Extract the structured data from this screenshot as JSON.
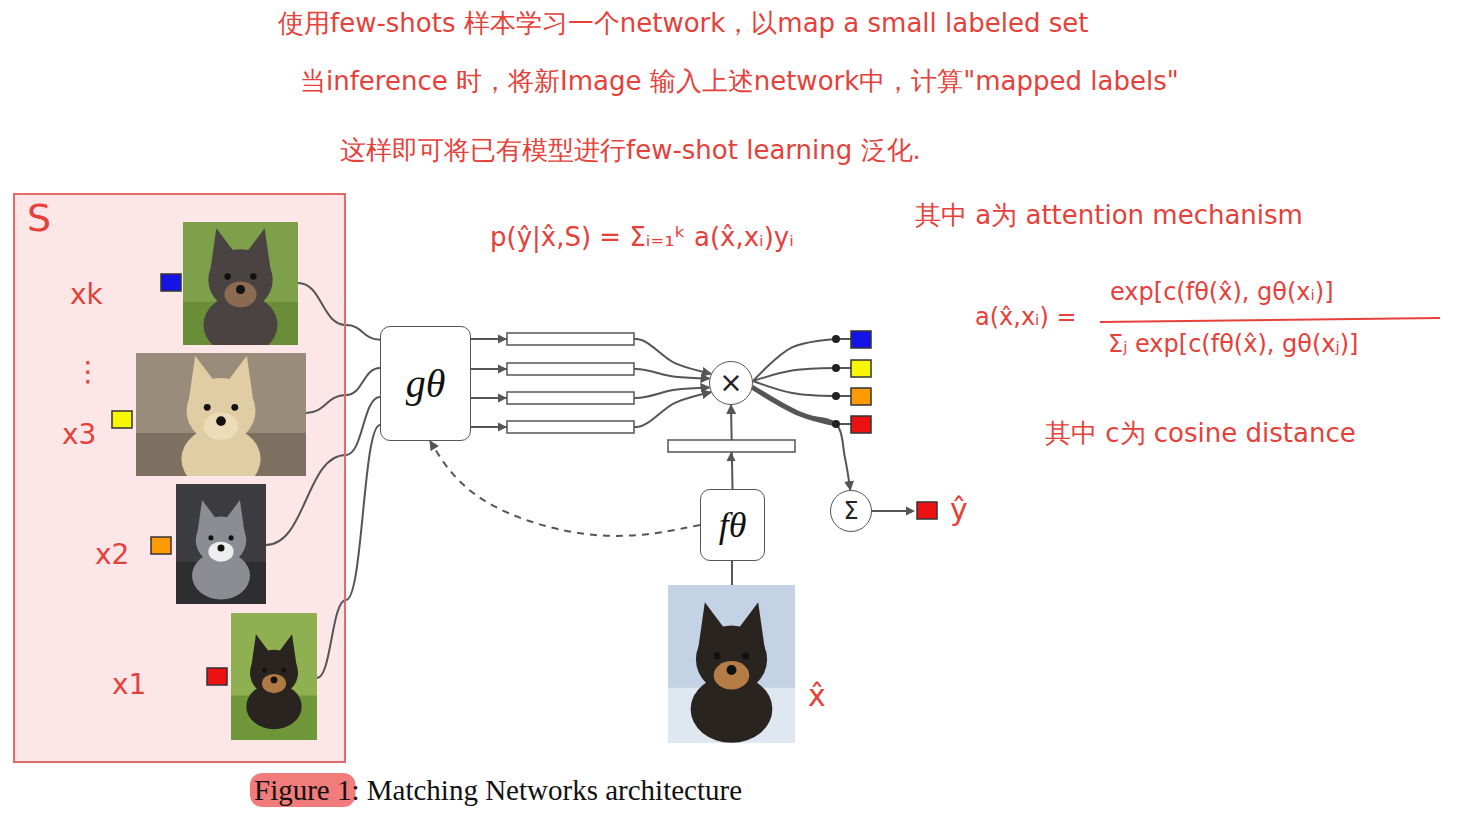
{
  "diagram": {
    "caption": "Figure 1: Matching Networks architecture",
    "nodes": [
      {
        "text": [
          "S"
        ]
      },
      {
        "text": [
          "gθ"
        ]
      },
      {
        "text": [
          "×"
        ]
      },
      {
        "text": [
          "fθ"
        ]
      },
      {
        "text": [
          "Σ"
        ]
      }
    ],
    "edges": [
      {
        "from": 0,
        "to": 1,
        "arrow": "none"
      },
      {
        "from": 1,
        "to": 2,
        "arrow": "to"
      },
      {
        "from": 3,
        "to": 2,
        "arrow": "to"
      },
      {
        "from": 2,
        "to": 4,
        "arrow": "to"
      },
      {
        "from": 3,
        "to": 1,
        "arrow": "to"
      }
    ],
    "labels": [
      "使用few-shots 样本学习一个network，以map a small labeled set",
      "当inference 时，将新Image 输入上述network中，计算\"mapped labels\"",
      "这样即可将已有模型进行few-shot learning 泛化.",
      "p(ŷ|x̂,S) = Σᵢ₌₁ᵏ a(x̂,xᵢ)yᵢ",
      "其中 a为 attention mechanism",
      "a(x̂,xᵢ) =",
      "exp[c(fθ(x̂), gθ(xᵢ)]",
      "Σⱼ exp[c(fθ(x̂), gθ(xⱼ)]",
      "其中 c为 cosine distance",
      "xk",
      "⋮",
      "x3",
      "x2",
      "x1",
      "ŷ",
      "x̂"
    ]
  }
}
